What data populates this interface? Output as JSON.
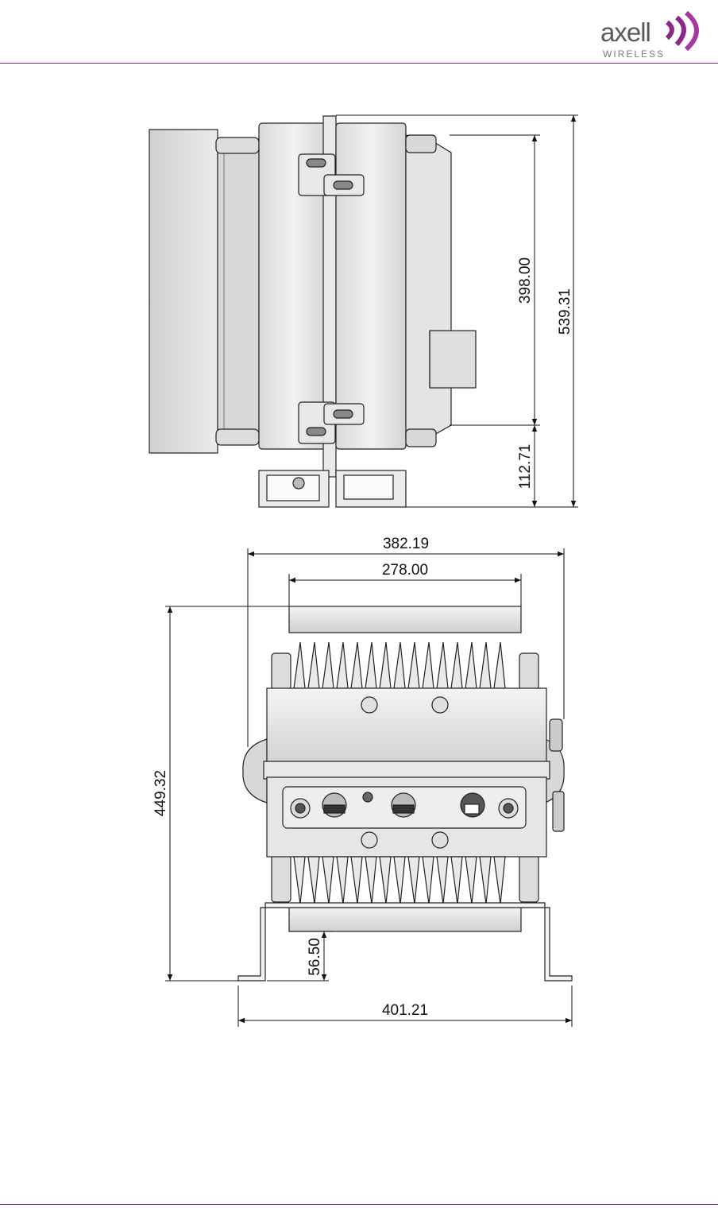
{
  "logo": {
    "brand": "axell",
    "subtitle": "WIRELESS"
  },
  "side_view": {
    "dim_total_height": "539.31",
    "dim_body_height": "398.00",
    "dim_foot_height": "112.71"
  },
  "front_view": {
    "dim_overall_width": "382.19",
    "dim_cover_width": "278.00",
    "dim_total_height": "449.32",
    "dim_foot_height": "56.50",
    "dim_bracket_width": "401.21"
  },
  "colors": {
    "accent": "#8a2a86",
    "line": "#111111",
    "fill": "#e6e6e6"
  }
}
